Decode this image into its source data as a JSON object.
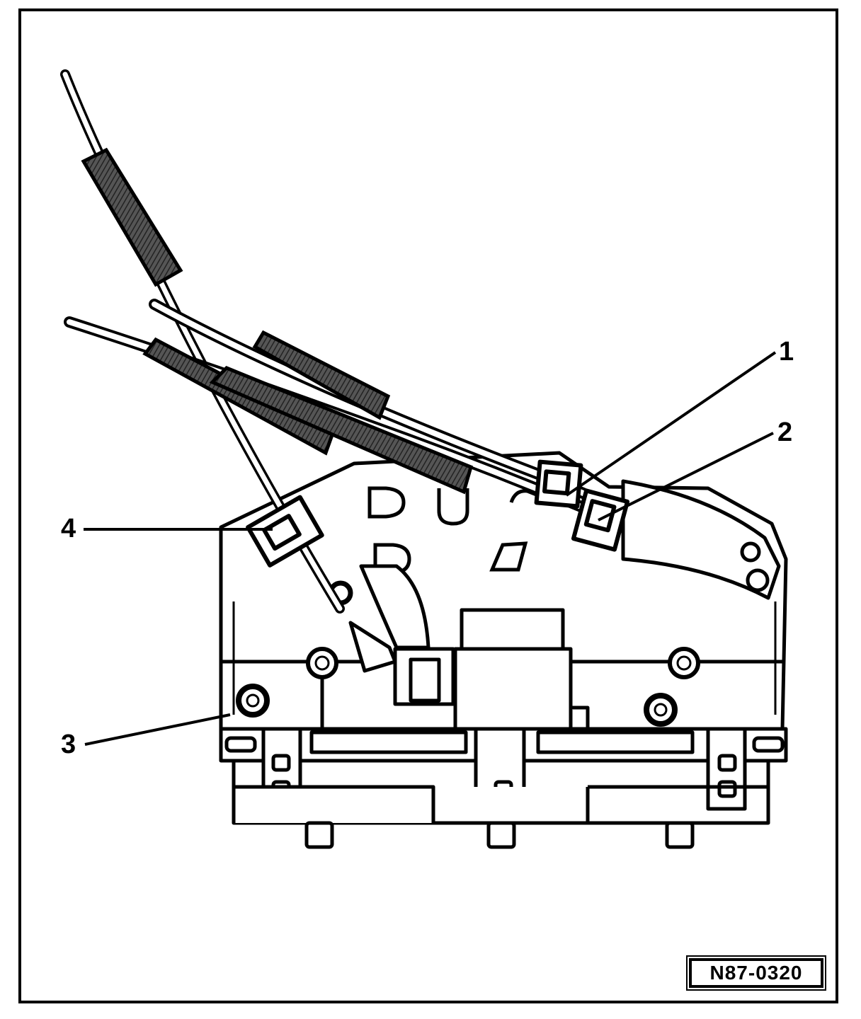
{
  "diagram": {
    "callouts": [
      {
        "id": "1",
        "label": "1"
      },
      {
        "id": "2",
        "label": "2"
      },
      {
        "id": "3",
        "label": "3"
      },
      {
        "id": "4",
        "label": "4"
      }
    ],
    "reference_code": "N87-0320",
    "panel_markings": [
      "D",
      "U",
      "C",
      "D"
    ]
  }
}
